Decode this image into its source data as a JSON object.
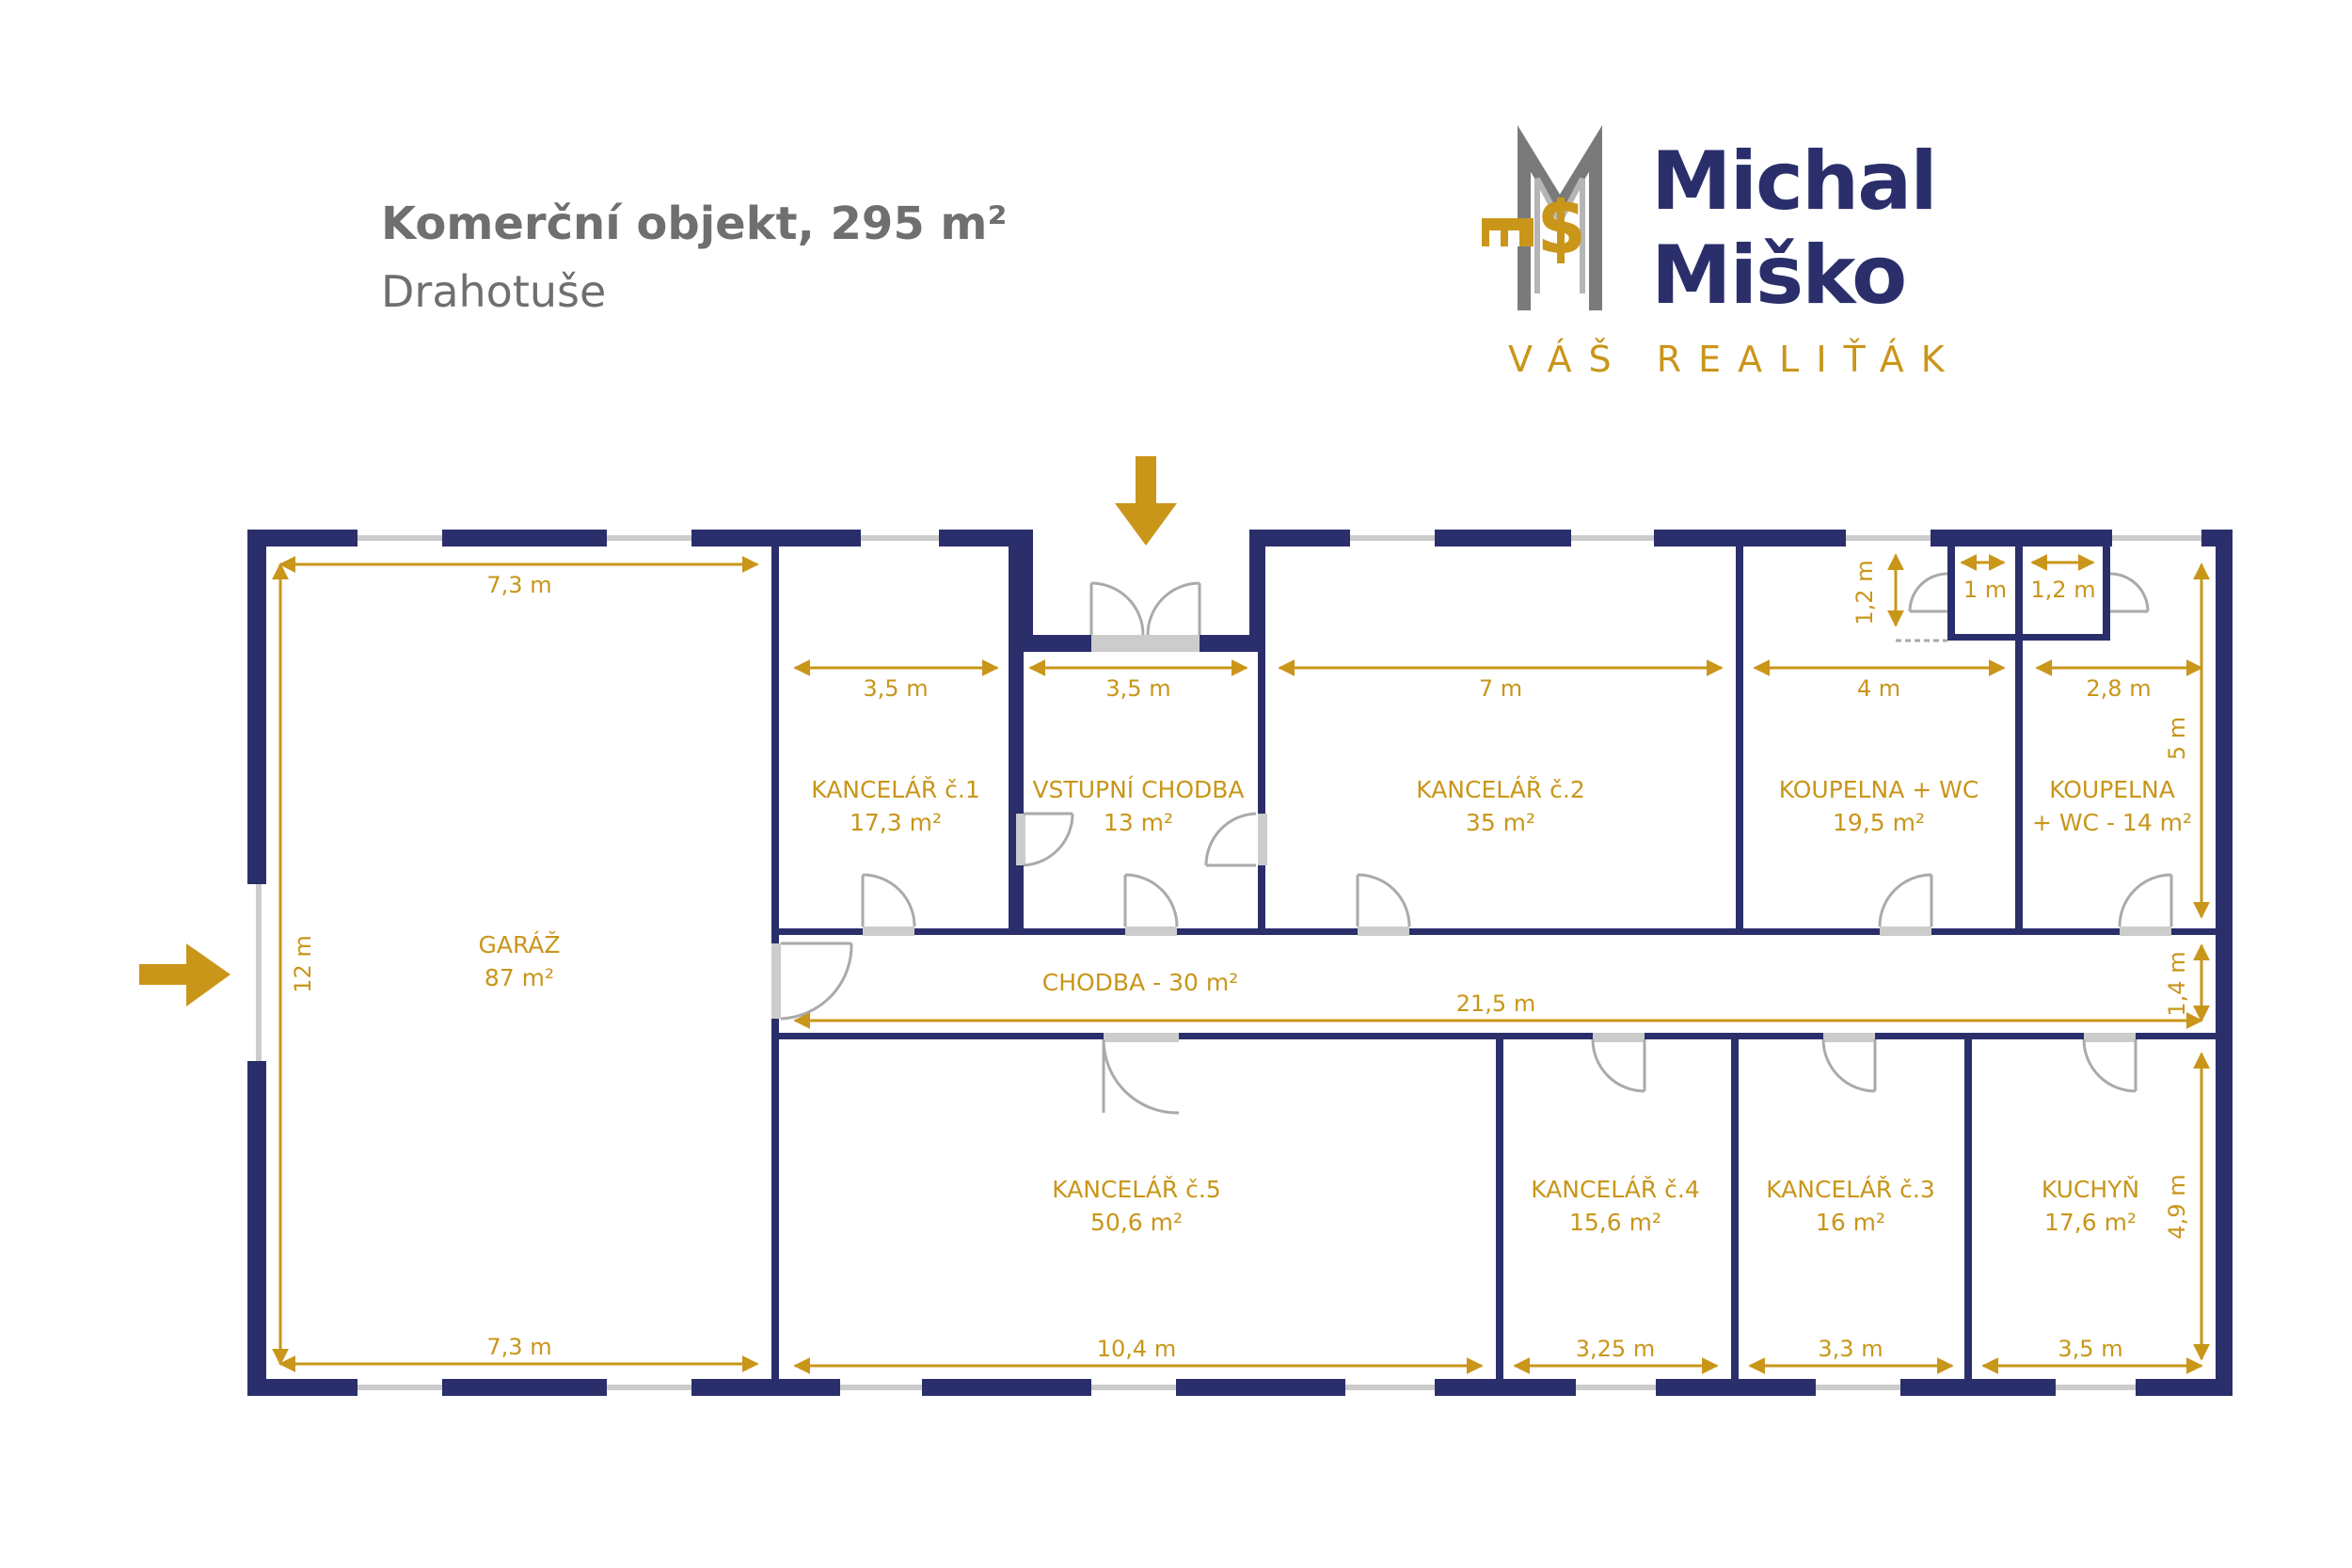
{
  "header": {
    "title": "Komerční objekt, 295 m²",
    "subtitle": "Drahotuše"
  },
  "logo": {
    "name_line1": "Michal",
    "name_line2": "Miško",
    "tagline": "VÁŠ REALIŤÁK",
    "icon": "ms-key-icon"
  },
  "colors": {
    "wall": "#2a2f6b",
    "accent": "#c9961a",
    "window": "#cccccc",
    "title_text": "#6f6f6f",
    "logo_text": "#2a2f6b"
  },
  "rooms": {
    "garaz": {
      "name": "GARÁŽ",
      "area": "87 m²"
    },
    "kancelar1": {
      "name": "KANCELÁŘ č.1",
      "area": "17,3 m²"
    },
    "vstupni_chodba": {
      "name": "VSTUPNÍ CHODBA",
      "area": "13 m²"
    },
    "kancelar2": {
      "name": "KANCELÁŘ č.2",
      "area": "35 m²"
    },
    "koupelna1": {
      "name": "KOUPELNA + WC",
      "area": "19,5 m²"
    },
    "koupelna2": {
      "name": "KOUPELNA",
      "area": "+ WC - 14 m²"
    },
    "chodba": {
      "name": "CHODBA - 30 m²"
    },
    "kancelar5": {
      "name": "KANCELÁŘ č.5",
      "area": "50,6 m²"
    },
    "kancelar4": {
      "name": "KANCELÁŘ č.4",
      "area": "15,6 m²"
    },
    "kancelar3": {
      "name": "KANCELÁŘ č.3",
      "area": "16 m²"
    },
    "kuchyn": {
      "name": "KUCHYŇ",
      "area": "17,6 m²"
    }
  },
  "dimensions": {
    "garaz_top": "7,3 m",
    "garaz_bottom": "7,3 m",
    "garaz_height": "12 m",
    "kancelar1_width": "3,5 m",
    "vstupni_width": "3,5 m",
    "kancelar2_width": "7 m",
    "koupelna1_width": "4 m",
    "koupelna2_width": "2,8 m",
    "koupelna2_height": "5 m",
    "wc_height": "1,2 m",
    "wc1_width": "1 m",
    "wc2_width": "1,2 m",
    "chodba_length": "21,5 m",
    "chodba_width": "1,4 m",
    "kancelar5_width": "10,4 m",
    "kancelar4_width": "3,25 m",
    "kancelar3_width": "3,3 m",
    "kuchyn_width": "3,5 m",
    "kuchyn_height": "4,9 m"
  },
  "entrances": [
    "entrance-arrow-top",
    "entrance-arrow-left"
  ]
}
